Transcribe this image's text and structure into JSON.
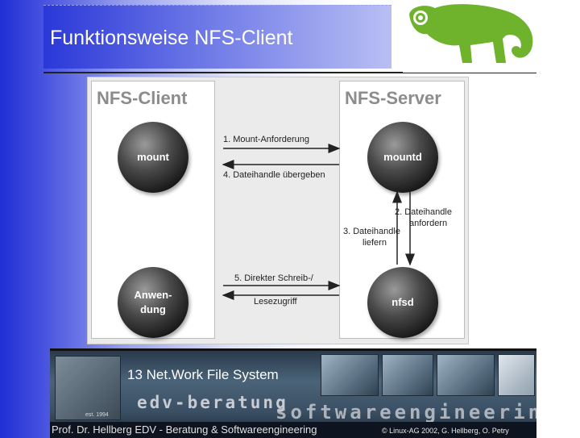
{
  "slide": {
    "title": "Funktionsweise NFS-Client"
  },
  "logo": {
    "icon": "chameleon-logo-icon",
    "color": "#6fb22c"
  },
  "diagram": {
    "client_title": "NFS-Client",
    "server_title": "NFS-Server",
    "nodes": {
      "mount": "mount",
      "mountd": "mountd",
      "anwendung_line1": "Anwen-",
      "anwendung_line2": "dung",
      "nfsd": "nfsd"
    },
    "arrows": {
      "mount_request": "1. Mount-Anforderung",
      "handle_pass": "4. Dateihandle übergeben",
      "handle_request_line1": "2. Dateihandle",
      "handle_request_line2": "anfordern",
      "handle_deliver_line1": "3. Dateihandle",
      "handle_deliver_line2": "liefern",
      "direct_access_line1": "5. Direkter Schreib-/",
      "direct_access_line2": "Lesezugriff"
    }
  },
  "banner": {
    "topic": "13 Net.Work File System",
    "edv": "edv-beratung",
    "software": "softwareengineering",
    "established": "est. 1994",
    "footer": "Prof. Dr. Hellberg  EDV - Beratung & Softwareengineering",
    "copyright": "© Linux-AG 2002, G. Hellberg, O. Petry"
  }
}
